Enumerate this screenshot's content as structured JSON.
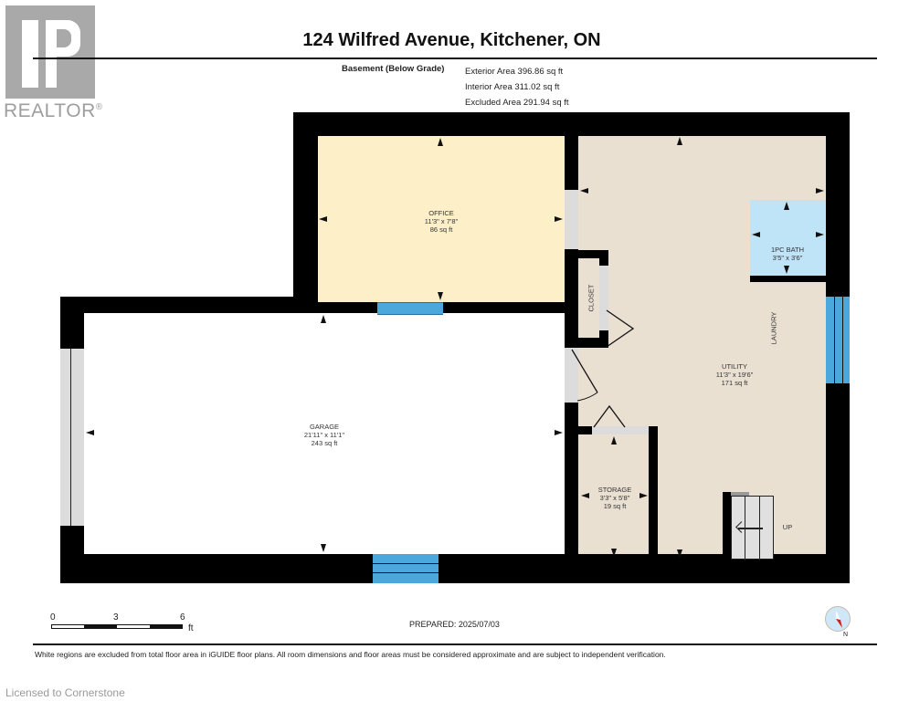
{
  "logo": {
    "brand": "REALTOR",
    "mark": "®"
  },
  "header": {
    "title": "124 Wilfred Avenue, Kitchener, ON",
    "floor_label": "Basement (Below Grade)",
    "areas": [
      "Exterior Area 396.86 sq ft",
      "Interior Area 311.02 sq ft",
      "Excluded Area 291.94 sq ft"
    ]
  },
  "rooms": {
    "office": {
      "name": "OFFICE",
      "dims": "11'3\" x 7'8\"",
      "area": "86 sq ft",
      "color": "#fdf0c9"
    },
    "utility": {
      "name": "UTILITY",
      "dims": "11'3\" x 19'6\"",
      "area": "171 sq ft",
      "color": "#e9e0d2"
    },
    "bath": {
      "name": "1PC BATH",
      "dims": "3'5\" x 3'6\"",
      "color": "#bfe3f7"
    },
    "garage": {
      "name": "GARAGE",
      "dims": "21'11\" x 11'1\"",
      "area": "243 sq ft",
      "color": "#ffffff"
    },
    "storage": {
      "name": "STORAGE",
      "dims": "3'3\" x 5'8\"",
      "area": "19 sq ft",
      "color": "#e9e0d2"
    },
    "closet": {
      "name": "CLOSET"
    },
    "laundry": {
      "name": "LAUNDRY"
    },
    "stairs": {
      "label": "UP"
    }
  },
  "scale": {
    "ticks": [
      "0",
      "3",
      "6"
    ],
    "unit": "ft"
  },
  "prepared": "PREPARED: 2025/07/03",
  "compass": {
    "label": "N"
  },
  "disclaimer": "White regions are excluded from total floor area in iGUIDE floor plans. All room dimensions and floor areas must be considered approximate and are subject to independent verification.",
  "license": "Licensed to Cornerstone"
}
